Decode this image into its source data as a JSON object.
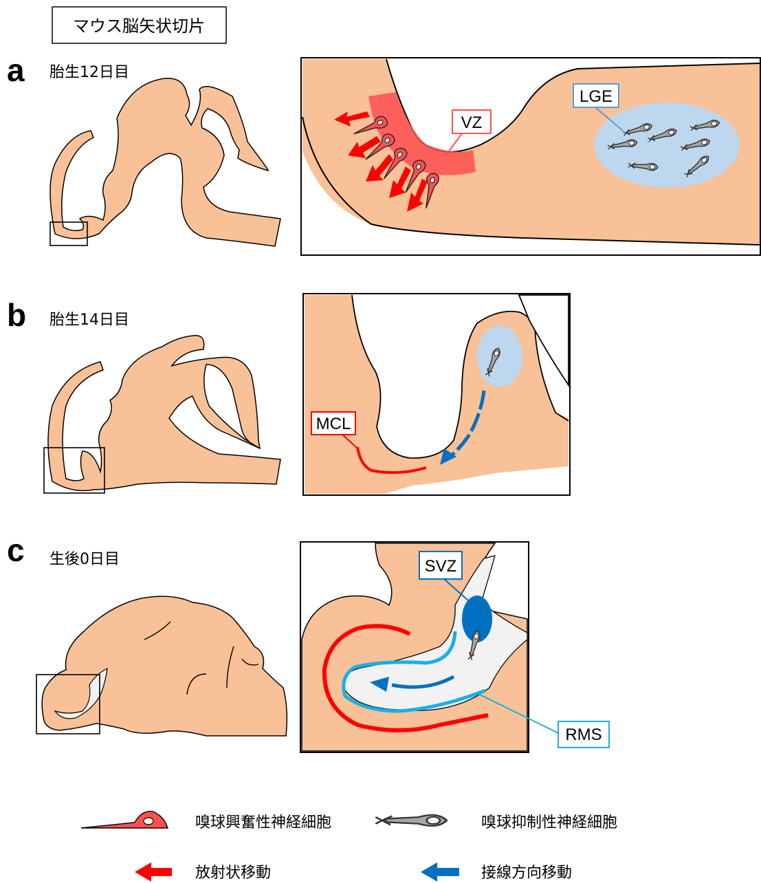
{
  "title": "マウス脳矢状切片",
  "colors": {
    "tissue": "#F8C197",
    "radial_red": "#FF0000",
    "tangential_blue": "#0070C0",
    "light_blue": "#BDD7EE",
    "rms_cyan": "#1AAFE6",
    "vz_red": "#FF5050"
  },
  "panels": [
    {
      "letter": "a",
      "stage": "胎生12日目",
      "labels": {
        "vz": "VZ",
        "lge": "LGE"
      }
    },
    {
      "letter": "b",
      "stage": "胎生14日目",
      "labels": {
        "mcl": "MCL"
      }
    },
    {
      "letter": "c",
      "stage": "生後0日目",
      "labels": {
        "svz": "SVZ",
        "rms": "RMS"
      }
    }
  ],
  "legend": {
    "excitatory": "嗅球興奮性神経細胞",
    "inhibitory": "嗅球抑制性神経細胞",
    "radial": "放射状移動",
    "tangential": "接線方向移動"
  }
}
